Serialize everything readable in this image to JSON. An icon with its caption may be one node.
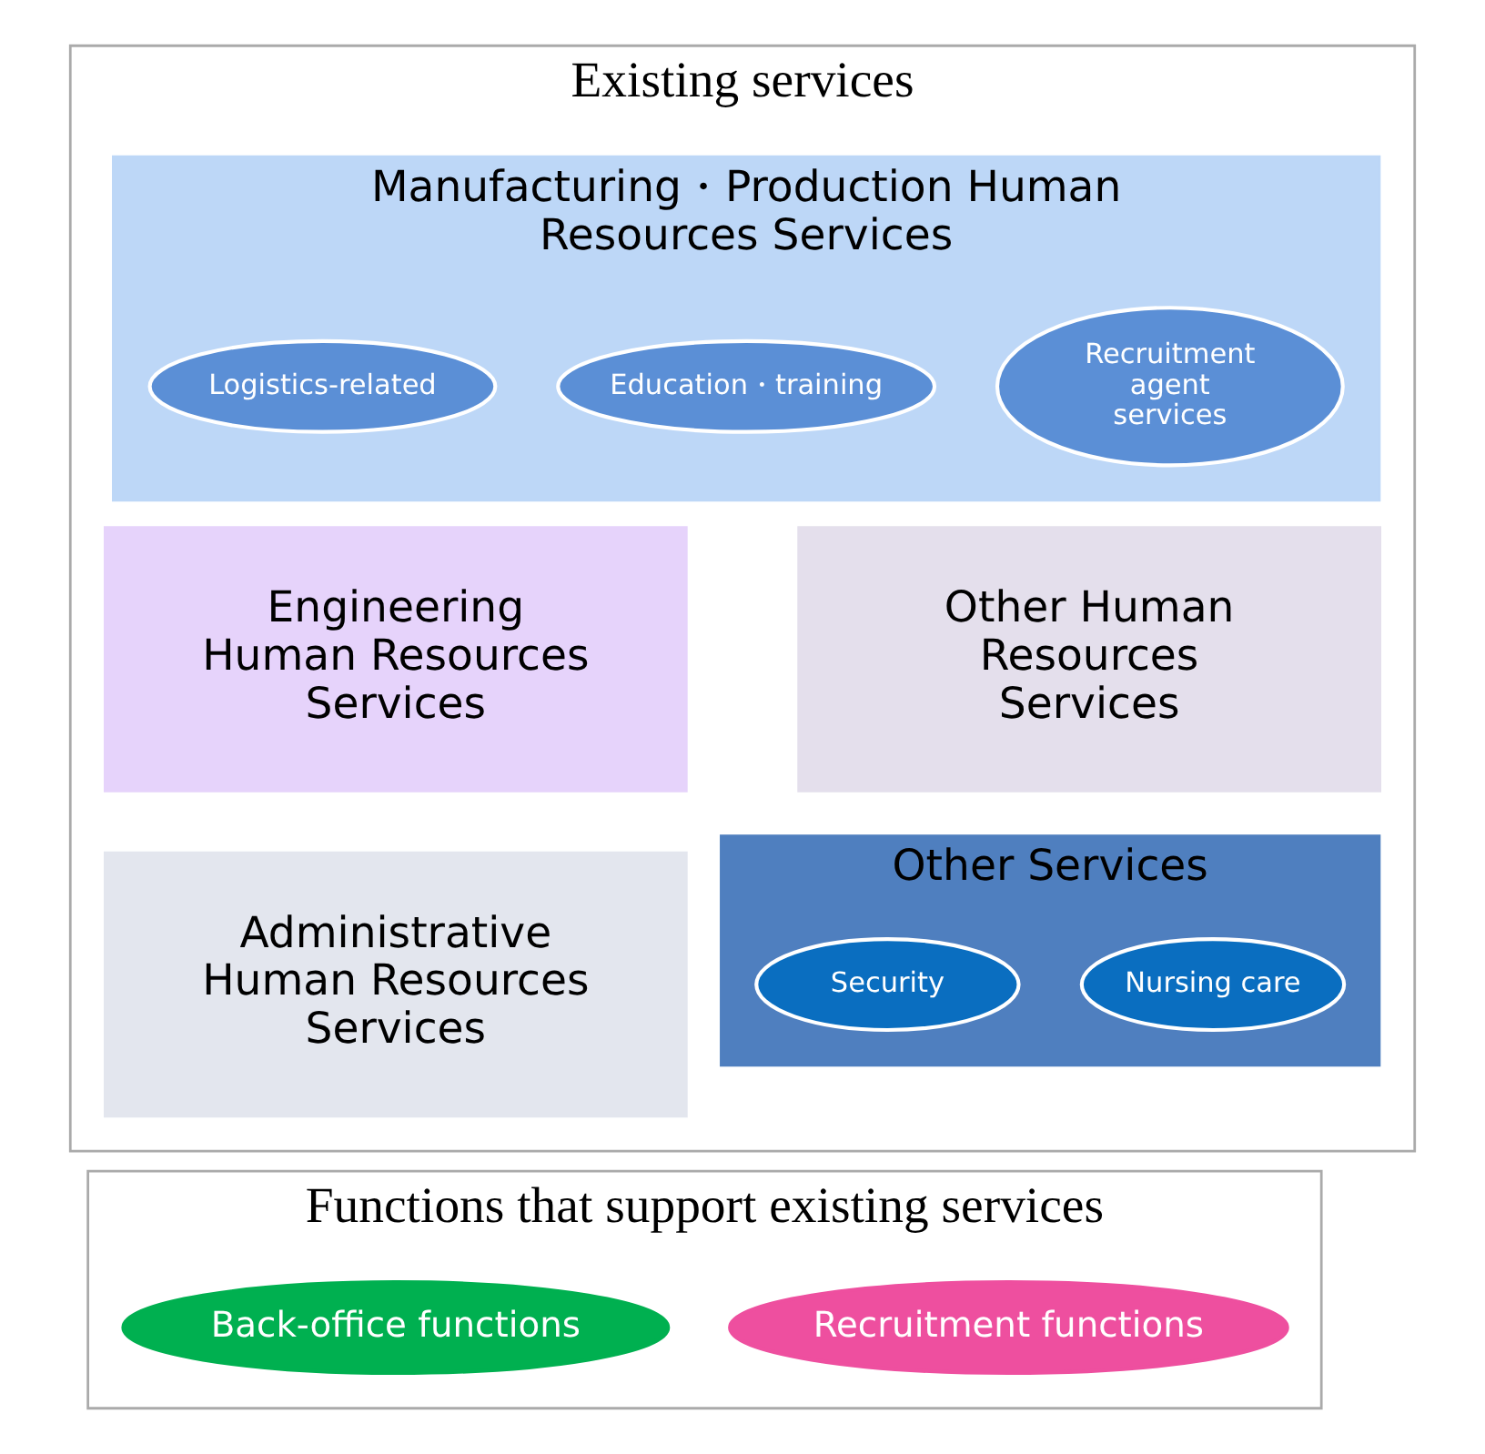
{
  "diagram": {
    "nodes": [
      {
        "text": [
          "Existing services"
        ]
      },
      {
        "text": [
          "Manufacturing・Production Human Resources Services"
        ],
        "in": 0
      },
      {
        "text": [
          "Logistics-related"
        ],
        "in": 1
      },
      {
        "text": [
          "Education・training"
        ],
        "in": 1
      },
      {
        "text": [
          "Recruitment agent services"
        ],
        "in": 1
      },
      {
        "text": [
          "Engineering Human Resources Services"
        ],
        "in": 0
      },
      {
        "text": [
          "Other Human Resources Services"
        ],
        "in": 0
      },
      {
        "text": [
          "Administrative Human Resources Services"
        ],
        "in": 0
      },
      {
        "text": [
          "Other Services"
        ],
        "in": 0
      },
      {
        "text": [
          "Nursing care"
        ],
        "in": 8
      },
      {
        "text": [
          "Security"
        ],
        "in": 8
      },
      {
        "text": [
          "Functions that support existing services"
        ]
      },
      {
        "text": [
          "Back-office functions"
        ],
        "in": 11
      },
      {
        "text": [
          "Recruitment functions"
        ],
        "in": 11
      }
    ],
    "edges": []
  }
}
